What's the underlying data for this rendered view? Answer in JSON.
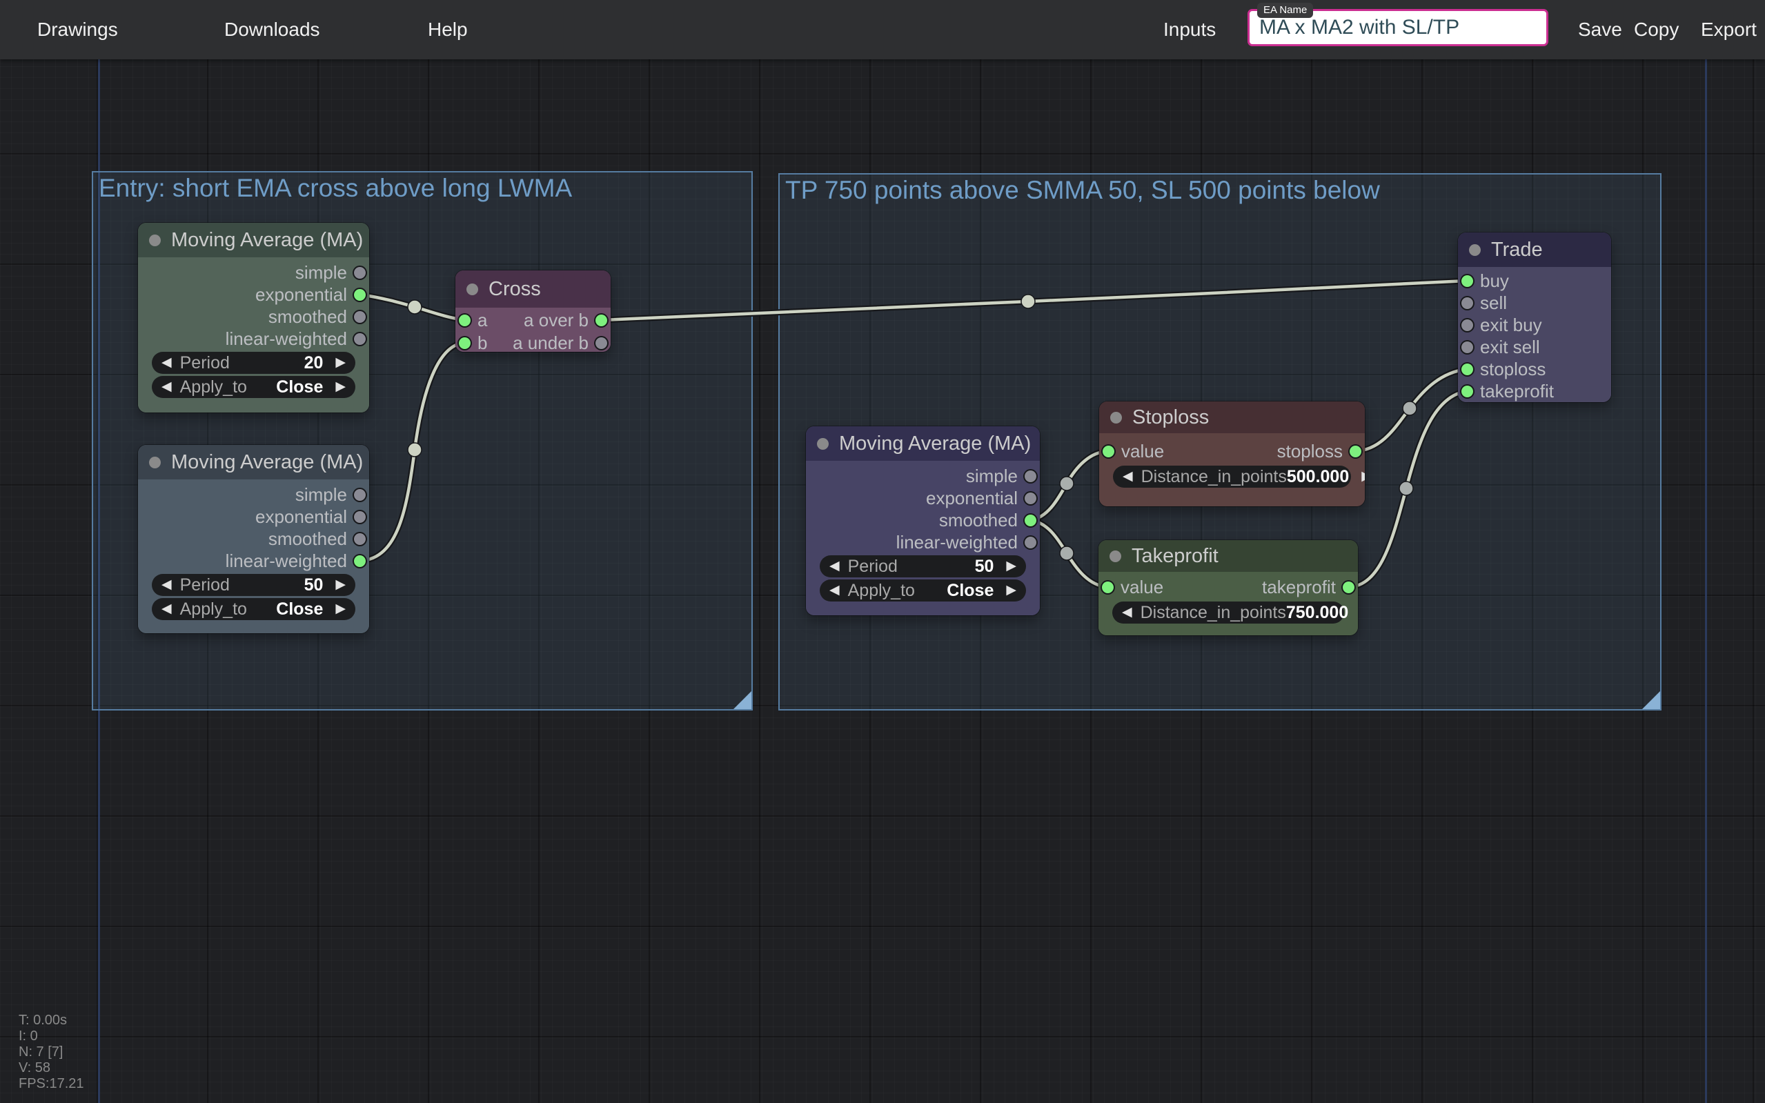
{
  "topbar": {
    "menu": [
      {
        "label": "Drawings"
      },
      {
        "label": "Downloads"
      },
      {
        "label": "Help"
      }
    ],
    "inputs_button": "Inputs",
    "ea_name_label": "EA Name",
    "ea_name_value": "MA x MA2 with SL/TP",
    "actions": [
      {
        "label": "Save"
      },
      {
        "label": "Copy"
      },
      {
        "label": "Export"
      }
    ]
  },
  "groups": [
    {
      "title": "Entry: short EMA cross above long LWMA"
    },
    {
      "title": "TP 750 points above SMMA 50, SL 500 points below"
    }
  ],
  "nodes": [
    {
      "id": "ma-short",
      "title": "Moving Average (MA)",
      "outputs": [
        {
          "label": "simple",
          "active": false
        },
        {
          "label": "exponential",
          "active": true
        },
        {
          "label": "smoothed",
          "active": false
        },
        {
          "label": "linear-weighted",
          "active": false
        }
      ],
      "widgets": [
        {
          "label": "Period",
          "value": "20"
        },
        {
          "label": "Apply_to",
          "value": "Close"
        }
      ]
    },
    {
      "id": "ma-long",
      "title": "Moving Average (MA)",
      "outputs": [
        {
          "label": "simple",
          "active": false
        },
        {
          "label": "exponential",
          "active": false
        },
        {
          "label": "smoothed",
          "active": false
        },
        {
          "label": "linear-weighted",
          "active": true
        }
      ],
      "widgets": [
        {
          "label": "Period",
          "value": "50"
        },
        {
          "label": "Apply_to",
          "value": "Close"
        }
      ]
    },
    {
      "id": "cross",
      "title": "Cross",
      "inputs": [
        {
          "label": "a",
          "active": true
        },
        {
          "label": "b",
          "active": true
        }
      ],
      "outputs": [
        {
          "label": "a over b",
          "active": true
        },
        {
          "label": "a under b",
          "active": false
        }
      ]
    },
    {
      "id": "ma-smma",
      "title": "Moving Average (MA)",
      "outputs": [
        {
          "label": "simple",
          "active": false
        },
        {
          "label": "exponential",
          "active": false
        },
        {
          "label": "smoothed",
          "active": true
        },
        {
          "label": "linear-weighted",
          "active": false
        }
      ],
      "widgets": [
        {
          "label": "Period",
          "value": "50"
        },
        {
          "label": "Apply_to",
          "value": "Close"
        }
      ]
    },
    {
      "id": "stoploss",
      "title": "Stoploss",
      "inputs": [
        {
          "label": "value",
          "active": true
        }
      ],
      "outputs": [
        {
          "label": "stoploss",
          "active": true
        }
      ],
      "widgets": [
        {
          "label": "Distance_in_points",
          "value": "500.000"
        }
      ]
    },
    {
      "id": "takeprofit",
      "title": "Takeprofit",
      "inputs": [
        {
          "label": "value",
          "active": true
        }
      ],
      "outputs": [
        {
          "label": "takeprofit",
          "active": true
        }
      ],
      "widgets": [
        {
          "label": "Distance_in_points",
          "value": "750.000"
        }
      ]
    },
    {
      "id": "trade",
      "title": "Trade",
      "inputs": [
        {
          "label": "buy",
          "active": true
        },
        {
          "label": "sell",
          "active": false
        },
        {
          "label": "exit buy",
          "active": false
        },
        {
          "label": "exit sell",
          "active": false
        },
        {
          "label": "stoploss",
          "active": true
        },
        {
          "label": "takeprofit",
          "active": true
        }
      ]
    }
  ],
  "stats": [
    "T: 0.00s",
    "I: 0",
    "N: 7 [7]",
    "V: 58",
    "FPS:17.21"
  ],
  "colors": {
    "accent_pink": "#cb2e91",
    "canvas_bg": "#1f2023",
    "topbar_bg": "#2e2f31",
    "group_border": "#567ca1",
    "group_title": "#6f9dc7",
    "wire": "#cdd3c3",
    "port_active": "#7ef07e",
    "port_inactive": "#8a8a94",
    "node_themes": {
      "teal": {
        "header": "#3c4c44",
        "body": "#536459"
      },
      "slate": {
        "header": "#3a434d",
        "body": "#4f5c68"
      },
      "plum": {
        "header": "#493149",
        "body": "#6b4d67"
      },
      "indigo": {
        "header": "#333050",
        "body": "#474465"
      },
      "maroon": {
        "header": "#462f33",
        "body": "#5c4241"
      },
      "green": {
        "header": "#364433",
        "body": "#4b5e46"
      },
      "navy": {
        "header": "#2c2944",
        "body": "#4a4763"
      }
    }
  }
}
